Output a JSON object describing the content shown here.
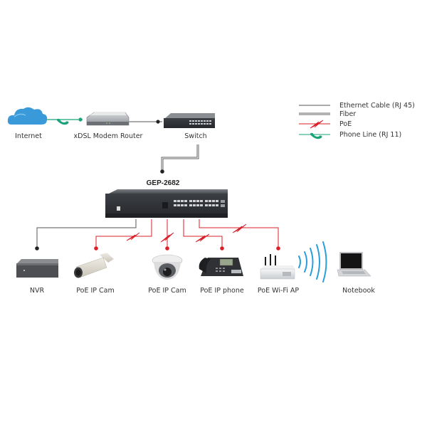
{
  "diagram": {
    "main_switch_label": "GEP-2682",
    "nodes": {
      "internet": "Internet",
      "modem": "xDSL Modem Router",
      "switch": "Switch",
      "nvr": "NVR",
      "cam1": "PoE IP Cam",
      "cam2": "PoE IP Cam",
      "phone": "PoE IP phone",
      "ap": "PoE Wi-Fi AP",
      "notebook": "Notebook"
    },
    "legend": {
      "ethernet": "Ethernet Cable (RJ 45)",
      "fiber": "Fiber",
      "poe": "PoE",
      "phone_line": "Phone Line (RJ 11)"
    },
    "colors": {
      "ethernet": "#555555",
      "poe": "#d9202a",
      "phone_line": "#1aa37a",
      "cloud": "#3a9ad9",
      "wifi": "#2a9fd6"
    }
  }
}
